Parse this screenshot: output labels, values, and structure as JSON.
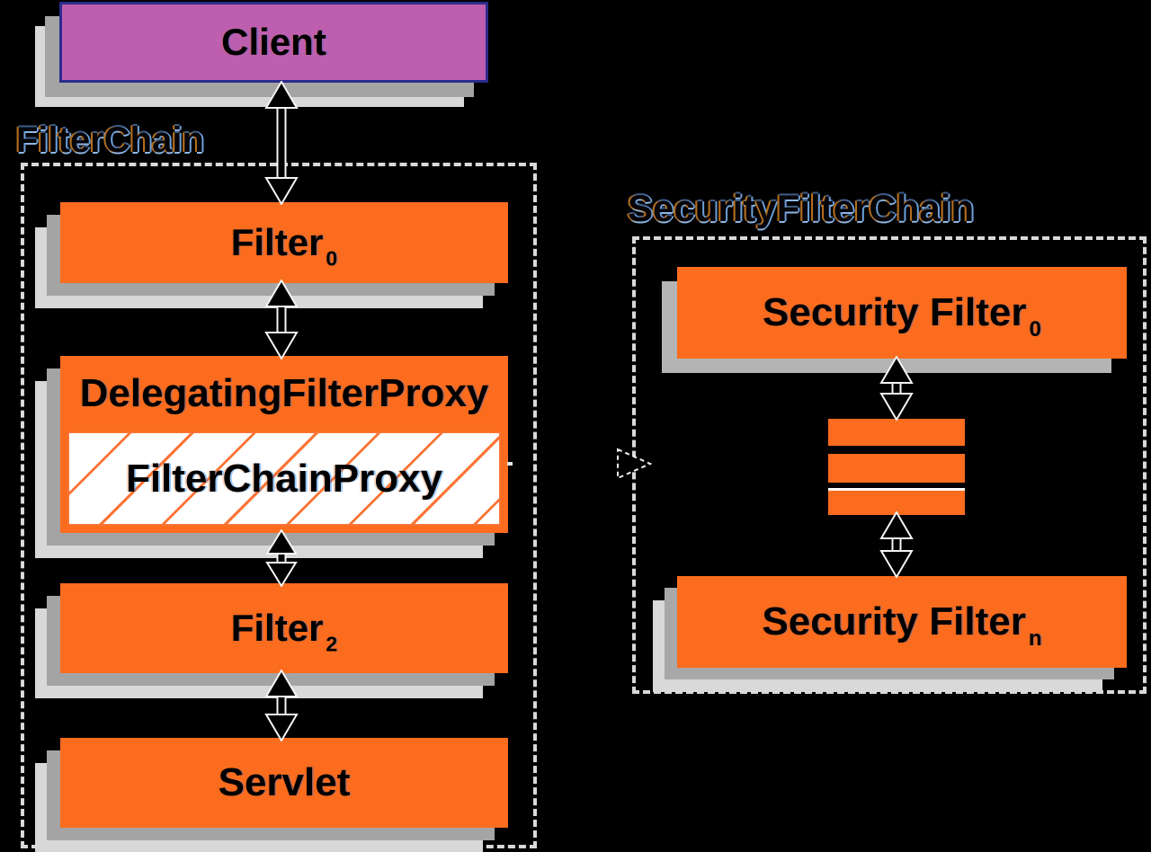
{
  "client": {
    "label": "Client"
  },
  "filter_chain": {
    "title": "FilterChain",
    "filter0": {
      "text": "Filter",
      "sub": "0"
    },
    "delegating_filter_proxy": {
      "label": "DelegatingFilterProxy"
    },
    "filter_chain_proxy": {
      "label": "FilterChainProxy"
    },
    "filter2": {
      "text": "Filter",
      "sub": "2"
    },
    "servlet": {
      "label": "Servlet"
    }
  },
  "security_filter_chain": {
    "title": "SecurityFilterChain",
    "security_filter_0": {
      "text": "Security Filter",
      "sub": "0"
    },
    "filter_stack": {
      "bar_count": 3
    },
    "security_filter_n": {
      "text": "Security Filter",
      "sub": "n"
    }
  },
  "colors": {
    "background": "#000000",
    "box_orange": "#FB6C1E",
    "client_purple": "#BD5FAE",
    "client_border_navy": "#2B2B8C",
    "shadow_dark_gray": "#A4A4A4",
    "shadow_light_gray": "#D8D8D8",
    "dashed_border_gray": "#D9D9D9",
    "hatch_orange": "#FB7435",
    "title_outline_blue": "#8FB8E6",
    "title_outline_orange": "#B56F1E",
    "arrow_fill": "#000000",
    "arrow_outline": "#F5F5F5"
  }
}
